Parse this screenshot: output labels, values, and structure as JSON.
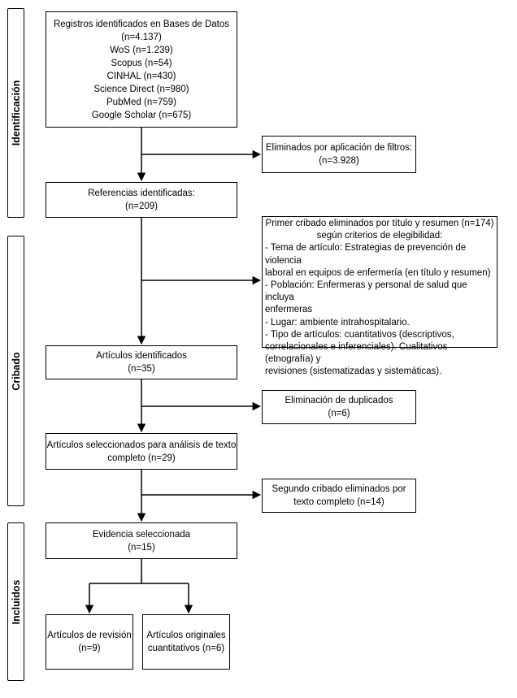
{
  "phases": {
    "identificacion": "Identificación",
    "cribado": "Cribado",
    "incluidos": "Incluidos"
  },
  "boxes": {
    "registros": [
      "Registros identificados en Bases de Datos",
      "(n=4.137)",
      "WoS (n=1.239)",
      "Scopus (n=54)",
      "CINHAL (n=430)",
      "Science Direct (n=980)",
      "PubMed (n=759)",
      "Google Scholar (n=675)"
    ],
    "eliminados_filtros": [
      "Eliminados por aplicación de filtros:",
      "(n=3.928)"
    ],
    "referencias": [
      "Referencias identificadas:",
      "(n=209)"
    ],
    "primer_cribado": {
      "title": "Primer cribado eliminados por título y resumen (n=174)",
      "subtitle": "según criterios de elegibilidad:",
      "lines": [
        "- Tema de artículo: Estrategias de prevención de violencia",
        "laboral en equipos de enfermería (en título y resumen)",
        "- Población: Enfermeras y personal de salud que incluya",
        "enfermeras",
        "- Lugar: ambiente intrahospitalario.",
        "- Tipo de artículos: cuantitativos (descriptivos,",
        "correlacionales e inferenciales). Cualitativos (etnografía) y",
        "revisiones (sistematizadas y sistemáticas)."
      ]
    },
    "articulos_identificados": [
      "Artículos identificados",
      "(n=35)"
    ],
    "duplicados": [
      "Eliminación de duplicados",
      "(n=6)"
    ],
    "seleccionados": [
      "Artículos seleccionados para análisis de texto",
      "completo (n=29)"
    ],
    "segundo_cribado": [
      "Segundo cribado eliminados por",
      "texto completo (n=14)"
    ],
    "evidencia": [
      "Evidencia seleccionada",
      "(n=15)"
    ],
    "revision": [
      "Artículos de revisión",
      "(n=9)"
    ],
    "originales": [
      "Artículos originales",
      "cuantitativos (n=6)"
    ]
  }
}
